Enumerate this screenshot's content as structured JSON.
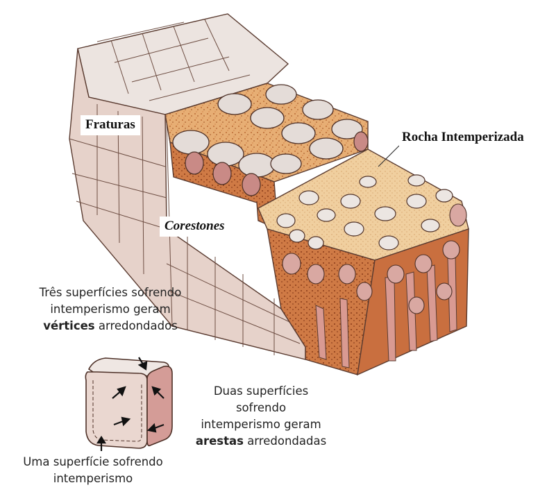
{
  "labels": {
    "fraturas": "Fraturas",
    "rocha_intemperizada": "Rocha Intemperizada",
    "corestones": "Corestones"
  },
  "captions": {
    "tres": {
      "line1": "Três superfícies sofrendo",
      "line2": "intemperismo geram",
      "bold": "vértices",
      "rest": " arredondados"
    },
    "duas": {
      "line1": "Duas superfícies",
      "line2": "sofrendo",
      "line3": "intemperismo geram",
      "bold": "arestas",
      "rest": " arredondadas"
    },
    "uma": {
      "line1": "Uma superfície sofrendo",
      "line2": "intemperismo"
    }
  },
  "colors": {
    "fresh_rock": "#ead9d2",
    "fresh_rock_dark": "#d7bdb2",
    "weathered": "#e9b27a",
    "weathered_dark": "#c97a3f",
    "core_pink": "#d39a95",
    "outline": "#5a3b30"
  }
}
